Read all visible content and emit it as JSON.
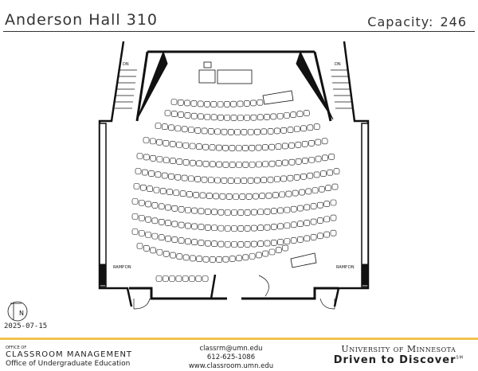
{
  "header": {
    "room": "Anderson Hall 310",
    "capacity_label": "Capacity:",
    "capacity": "246"
  },
  "plan": {
    "stair_label": "DN",
    "ramp_label": "RAMP",
    "ramp_dn_label": "DN",
    "north_label": "N",
    "seat_rows": 12
  },
  "date": "2025-07-15",
  "footer": {
    "office_of": "OFFICE OF",
    "dept": "CLASSROOM MANAGEMENT",
    "sub": "Office of Undergraduate Education",
    "email": "classrm@umn.edu",
    "phone": "612-625-1086",
    "web": "www.classroom.umn.edu",
    "university": "University of Minnesota",
    "tagline": "Driven to Discover",
    "tagline_mark": "SM"
  },
  "colors": {
    "accent": "#f1c24f",
    "ink": "#111111"
  }
}
